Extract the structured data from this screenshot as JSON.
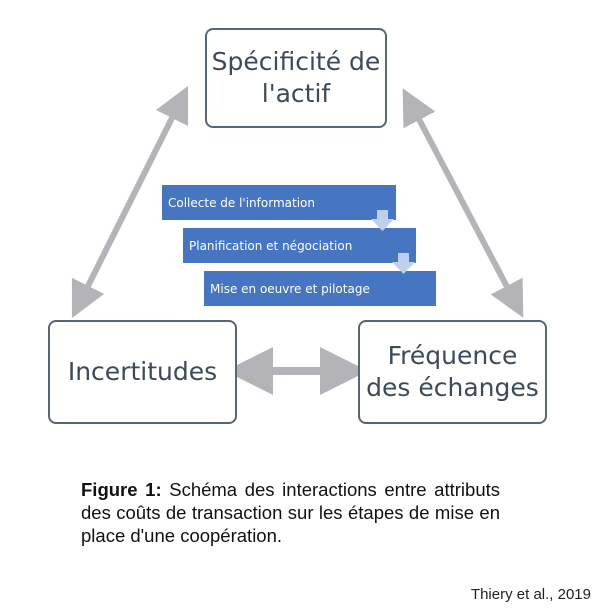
{
  "diagram": {
    "nodes": {
      "top": "Spécificité de\nl'actif",
      "left": "Incertitudes",
      "right": "Fréquence\ndes échanges"
    },
    "steps": [
      "Collecte de l'information",
      "Planification et négociation",
      "Mise en oeuvre et pilotage"
    ],
    "colors": {
      "step_fill": "#4676c2",
      "step_arrow": "#bdd1ec",
      "arrow": "#b4b4b8",
      "node_border": "#5a6478"
    }
  },
  "caption": {
    "label": "Figure 1:",
    "text": "Schéma des interactions entre attributs des coûts de transaction sur les étapes de mise en place d'une coopération."
  },
  "credit": "Thiery et al., 2019"
}
